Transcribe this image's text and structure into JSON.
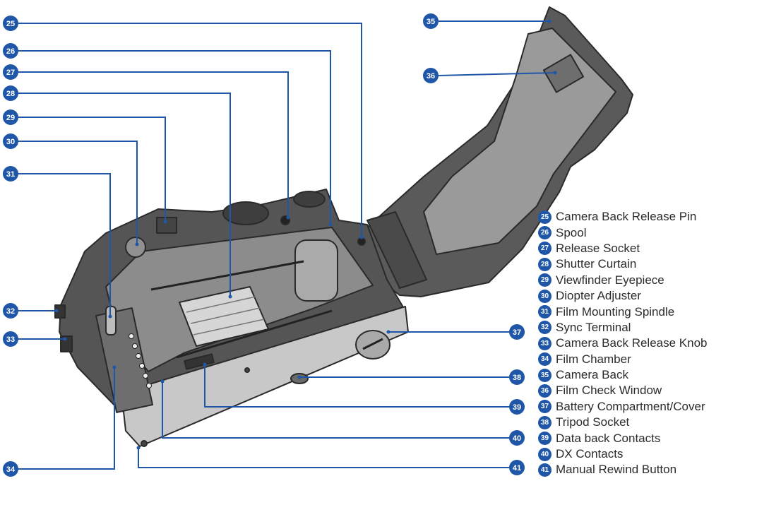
{
  "accent_color": "#1f56a8",
  "line_color": "#1f56a8",
  "callouts": [
    {
      "num": "25",
      "label": "Camera Back Release Pin"
    },
    {
      "num": "26",
      "label": "Spool"
    },
    {
      "num": "27",
      "label": "Release Socket"
    },
    {
      "num": "28",
      "label": "Shutter Curtain"
    },
    {
      "num": "29",
      "label": "Viewfinder Eyepiece"
    },
    {
      "num": "30",
      "label": "Diopter Adjuster"
    },
    {
      "num": "31",
      "label": "Film Mounting Spindle"
    },
    {
      "num": "32",
      "label": "Sync Terminal"
    },
    {
      "num": "33",
      "label": "Camera Back Release Knob"
    },
    {
      "num": "34",
      "label": "Film Chamber"
    },
    {
      "num": "35",
      "label": "Camera Back"
    },
    {
      "num": "36",
      "label": "Film Check Window"
    },
    {
      "num": "37",
      "label": "Battery Compartment/Cover"
    },
    {
      "num": "38",
      "label": "Tripod Socket"
    },
    {
      "num": "39",
      "label": "Data back Contacts"
    },
    {
      "num": "40",
      "label": "DX Contacts"
    },
    {
      "num": "41",
      "label": "Manual Rewind Button"
    }
  ]
}
